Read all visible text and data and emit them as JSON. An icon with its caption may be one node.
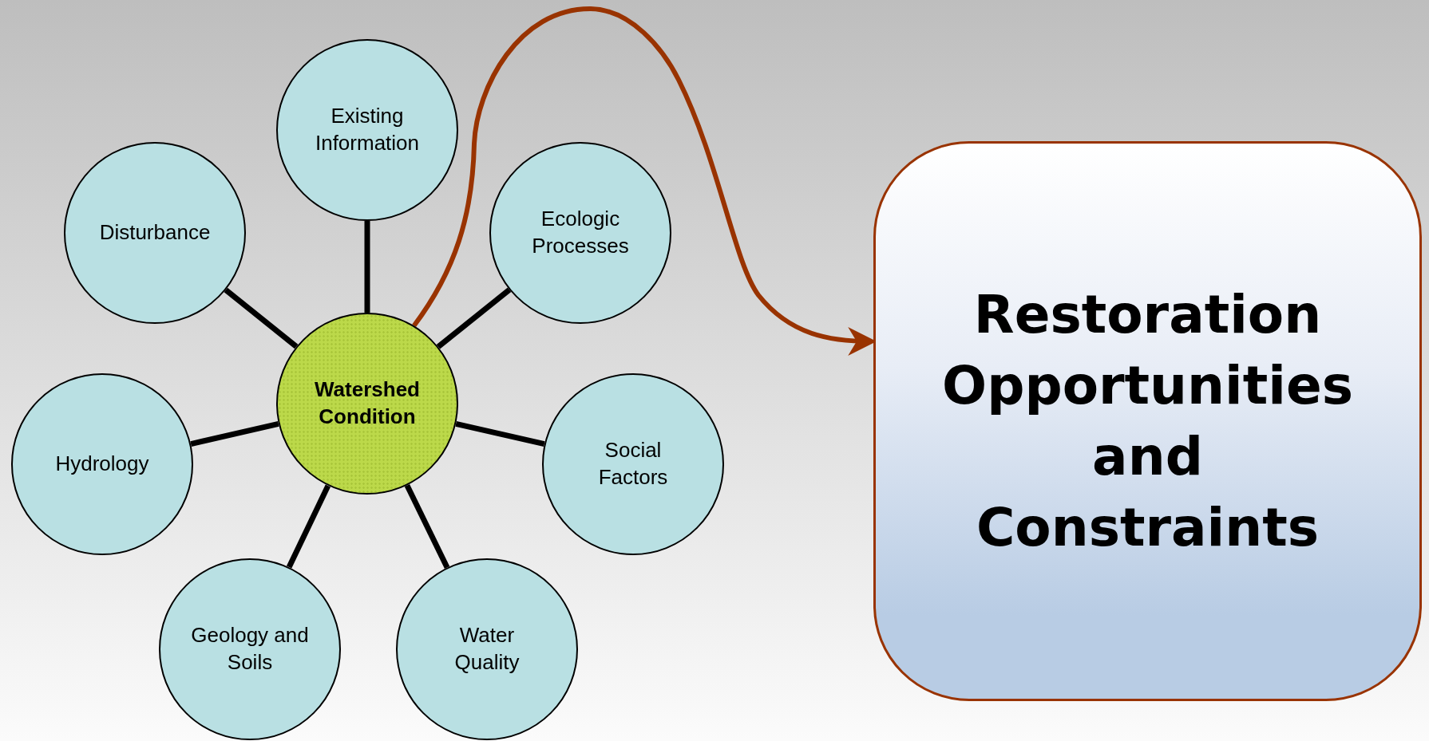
{
  "diagram": {
    "nodes": [
      {
        "text": [
          "Existing Information"
        ]
      },
      {
        "text": [
          "Disturbance"
        ]
      },
      {
        "text": [
          "Ecologic Processes"
        ]
      },
      {
        "text": [
          "Restoration Opportunities and Constraints"
        ]
      },
      {
        "text": [
          "Watershed Condition"
        ]
      },
      {
        "text": [
          "Hydrology"
        ]
      },
      {
        "text": [
          "Social Factors"
        ]
      },
      {
        "text": [
          "Geology and Soils"
        ]
      },
      {
        "text": [
          "Water Quality"
        ]
      }
    ],
    "edges": [
      {
        "from": 4,
        "to": 0,
        "arrow": "none"
      },
      {
        "from": 4,
        "to": 1,
        "arrow": "none"
      },
      {
        "from": 4,
        "to": 2,
        "arrow": "none"
      },
      {
        "from": 4,
        "to": 5,
        "arrow": "none"
      },
      {
        "from": 4,
        "to": 6,
        "arrow": "none"
      },
      {
        "from": 4,
        "to": 7,
        "arrow": "none"
      },
      {
        "from": 4,
        "to": 8,
        "arrow": "none"
      },
      {
        "from": 4,
        "to": 3,
        "arrow": "to",
        "color": "#993300"
      }
    ]
  }
}
